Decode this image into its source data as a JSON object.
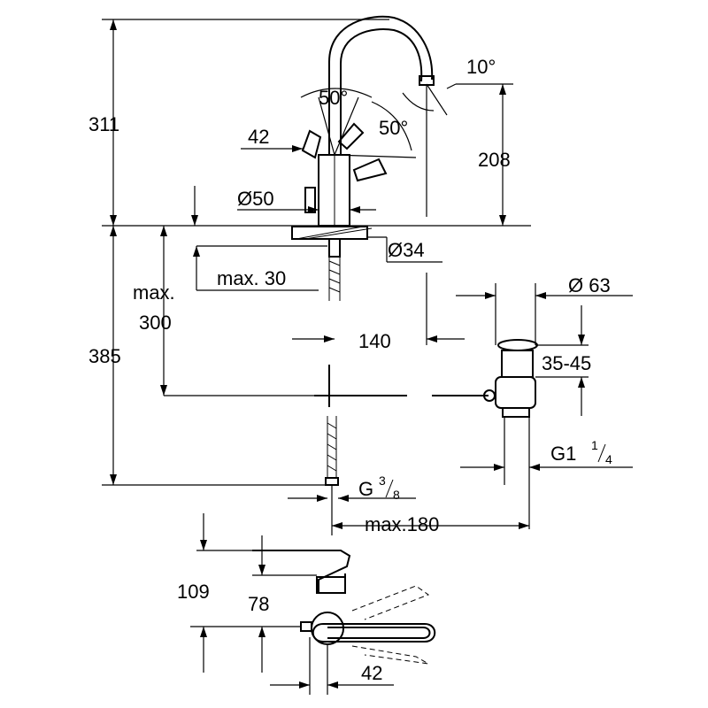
{
  "labels": {
    "h311": "311",
    "angle10": "10°",
    "angle50a": "50°",
    "angle50b": "50°",
    "d42a": "42",
    "h208": "208",
    "dia50": "Ø50",
    "dia34": "Ø34",
    "max30": "max. 30",
    "max300a": "max.",
    "max300b": "300",
    "dia63": "Ø 63",
    "h385": "385",
    "d140": "140",
    "range3545": "35-45",
    "g114": "G1",
    "g114num": "1",
    "g114den": "4",
    "g38": "G",
    "g38num": "3",
    "g38den": "8",
    "max180": "max.180",
    "h109": "109",
    "h78": "78",
    "d42b": "42"
  },
  "colors": {
    "line": "#000000",
    "background": "#ffffff"
  }
}
